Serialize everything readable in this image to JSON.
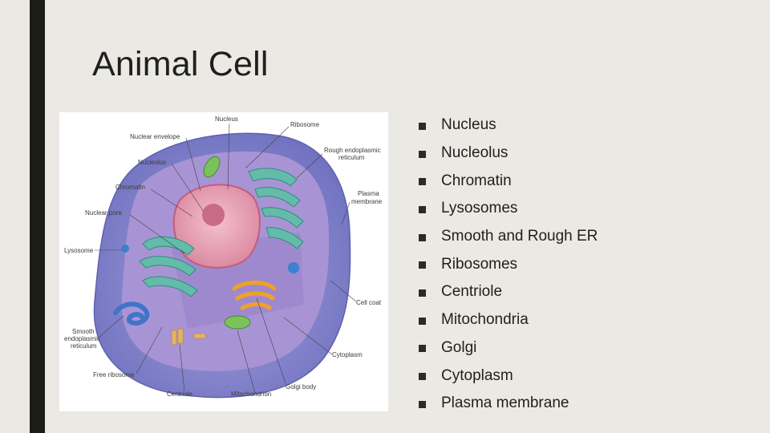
{
  "slide": {
    "title": "Animal Cell",
    "bullets": [
      "Nucleus",
      "Nucleolus",
      "Chromatin",
      "Lysosomes",
      "Smooth and Rough ER",
      "Ribosomes",
      "Centriole",
      "Mitochondria",
      "Golgi",
      "Cytoplasm",
      "Plasma membrane"
    ]
  },
  "diagram": {
    "labels": {
      "nucleus": "Nucleus",
      "ribosome": "Ribosome",
      "nuclear_envelope": "Nuclear envelope",
      "rough_er_1": "Rough endoplasmic",
      "rough_er_2": "reticulum",
      "nucleolus": "Nucleolus",
      "chromatin": "Chromatin",
      "plasma_membrane_1": "Plasma",
      "plasma_membrane_2": "membrane",
      "nuclear_pore": "Nuclear pore",
      "lysosome": "Lysosome",
      "cell_coat": "Cell coat",
      "smooth_er_1": "Smooth",
      "smooth_er_2": "endoplasmic",
      "smooth_er_3": "reticulum",
      "cytoplasm": "Cytoplasm",
      "free_ribosome": "Free ribosome",
      "golgi_body": "Golgi body",
      "centriole": "Centriole",
      "mitochondrion": "Mitochondrion"
    }
  },
  "colors": {
    "background": "#ebe9e3",
    "left_bar": "#1c1c17",
    "cell_outer": "#7d7fc6",
    "cytoplasm": "#a58fd0",
    "nucleus": "#e8a0b4",
    "er": "#5fb8a8",
    "golgi": "#f2a830",
    "mitochondria": "#7fc25f"
  }
}
